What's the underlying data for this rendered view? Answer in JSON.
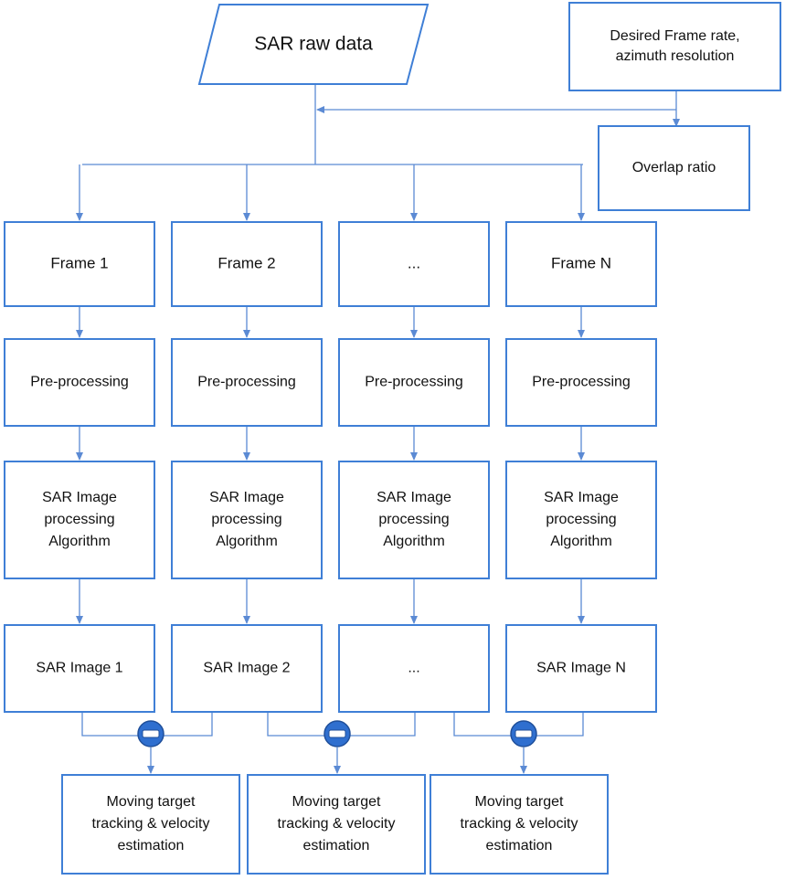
{
  "colors": {
    "box_stroke": "#3f7fd6",
    "line": "#5b8ad4",
    "diff_fill": "#2f6fcf",
    "diff_bar": "#ffffff",
    "text": "#111111"
  },
  "input": {
    "raw_data": [
      "SAR raw data"
    ],
    "params": [
      "Desired Frame rate,",
      "azimuth resolution"
    ],
    "overlap": [
      "Overlap ratio"
    ]
  },
  "columns": [
    {
      "frame": [
        "Frame 1"
      ],
      "preprocess": [
        "Pre-processing"
      ],
      "algorithm": [
        "SAR Image",
        "processing",
        "Algorithm"
      ],
      "image": [
        "SAR Image 1"
      ]
    },
    {
      "frame": [
        "Frame 2"
      ],
      "preprocess": [
        "Pre-processing"
      ],
      "algorithm": [
        "SAR Image",
        "processing",
        "Algorithm"
      ],
      "image": [
        "SAR Image 2"
      ]
    },
    {
      "frame": [
        "..."
      ],
      "preprocess": [
        "Pre-processing"
      ],
      "algorithm": [
        "SAR Image",
        "processing",
        "Algorithm"
      ],
      "image": [
        "..."
      ]
    },
    {
      "frame": [
        "Frame N"
      ],
      "preprocess": [
        "Pre-processing"
      ],
      "algorithm": [
        "SAR Image",
        "processing",
        "Algorithm"
      ],
      "image": [
        "SAR Image N"
      ]
    }
  ],
  "outputs": [
    [
      "Moving target",
      "tracking & velocity",
      "estimation"
    ],
    [
      "Moving target",
      "tracking & velocity",
      "estimation"
    ],
    [
      "Moving target",
      "tracking & velocity",
      "estimation"
    ]
  ],
  "diff_icon": "minus-circle-icon"
}
